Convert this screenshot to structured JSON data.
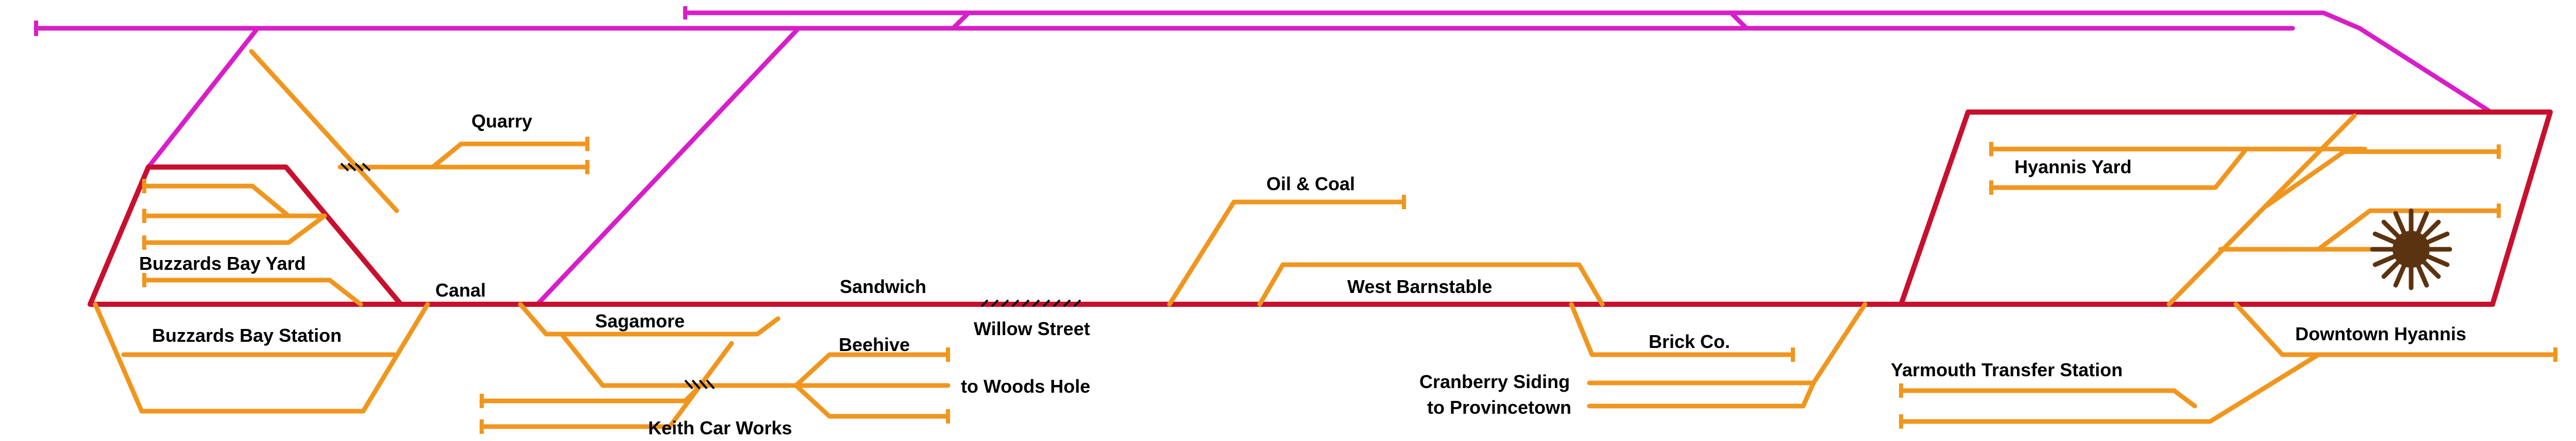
{
  "title": "Cape Cod railroad track schematic",
  "colors": {
    "mainline": "#c8102e",
    "connector": "#d81ec8",
    "spur": "#f0961e",
    "turntable": "#5c3311",
    "crossing": "#000000",
    "background": "#ffffff"
  },
  "labels": {
    "quarry": "Quarry",
    "buzzards_bay_yard": "Buzzards Bay Yard",
    "buzzards_bay_station": "Buzzards Bay Station",
    "canal": "Canal",
    "sagamore": "Sagamore",
    "sandwich": "Sandwich",
    "willow_street": "Willow Street",
    "beehive": "Beehive",
    "to_woods_hole": "to Woods Hole",
    "keith_car_works": "Keith Car Works",
    "oil_coal": "Oil & Coal",
    "west_barnstable": "West Barnstable",
    "brick_co": "Brick Co.",
    "cranberry_siding": "Cranberry Siding",
    "to_provincetown": "to Provincetown",
    "hyannis_yard": "Hyannis Yard",
    "downtown_hyannis": "Downtown Hyannis",
    "yarmouth_transfer_station": "Yarmouth Transfer Station"
  },
  "icons": {
    "turntable": "turntable-icon",
    "grade_crossing": "grade-crossing-icon",
    "buffer_stop": "buffer-stop-icon"
  }
}
